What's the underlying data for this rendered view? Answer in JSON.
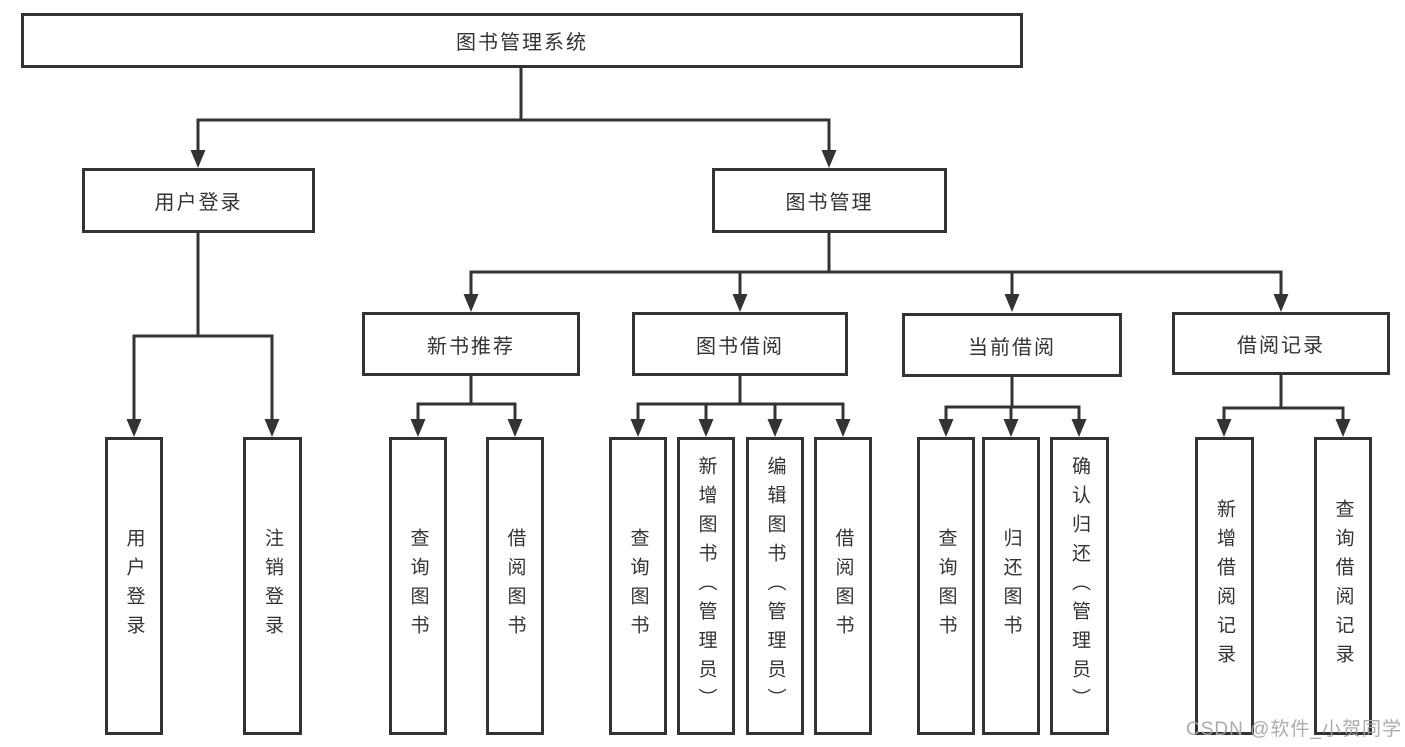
{
  "root": {
    "label": "图书管理系统"
  },
  "branches": {
    "user_login": {
      "label": "用户登录",
      "children": [
        {
          "label": "用户登录"
        },
        {
          "label": "注销登录"
        }
      ]
    },
    "book_management": {
      "label": "图书管理",
      "children": [
        {
          "label": "新书推荐",
          "children": [
            {
              "label": "查询图书"
            },
            {
              "label": "借阅图书"
            }
          ]
        },
        {
          "label": "图书借阅",
          "children": [
            {
              "label": "查询图书"
            },
            {
              "label": "新增图书（管理员）"
            },
            {
              "label": "编辑图书（管理员）"
            },
            {
              "label": "借阅图书"
            }
          ]
        },
        {
          "label": "当前借阅",
          "children": [
            {
              "label": "查询图书"
            },
            {
              "label": "归还图书"
            },
            {
              "label": "确认归还（管理员）"
            }
          ]
        },
        {
          "label": "借阅记录",
          "children": [
            {
              "label": "新增借阅记录"
            },
            {
              "label": "查询借阅记录"
            }
          ]
        }
      ]
    }
  },
  "watermark": "CSDN @软件_小贺同学",
  "colors": {
    "line": "#333333",
    "box_border": "#333333",
    "text": "#333333",
    "background": "#ffffff",
    "watermark": "#a5a5a5"
  }
}
